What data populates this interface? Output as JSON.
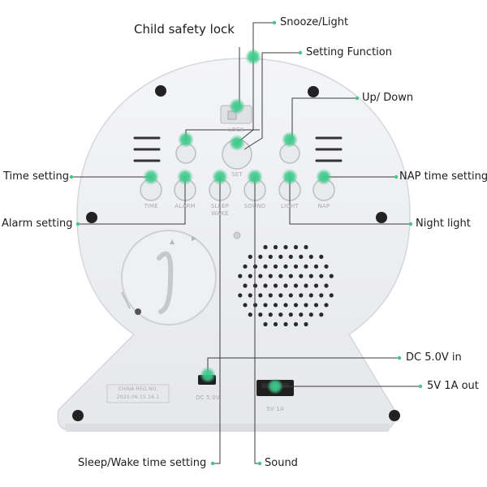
{
  "callouts": {
    "child_safety_lock": "Child safety lock",
    "snooze_light": "Snooze/Light",
    "setting_function": "Setting Function",
    "up_down": "Up/ Down",
    "time_setting": "Time setting",
    "nap_time_setting": "NAP time setting",
    "alarm_setting": "Alarm setting",
    "night_light": "Night light",
    "dc_in": "DC 5.0V in",
    "usb_out": "5V 1A out",
    "sleep_wake": "Sleep/Wake time setting",
    "sound": "Sound"
  },
  "device_text": {
    "lock": "LOCK",
    "set": "SET",
    "time": "TIME",
    "alarm": "ALARM",
    "sleep_wake_1": "SLEEP",
    "sleep_wake_2": "WAKE",
    "sound": "SOUND",
    "light": "LIGHT",
    "nap": "NAP",
    "dc_port": "DC 5.0V",
    "usb_port": "5V 1A",
    "made_in": "CHINA REG.NO.",
    "serial": "2020.06.15.16.1"
  },
  "colors": {
    "accent": "#3ec98a",
    "body": "#eeeff2",
    "line": "#3c3c3c"
  }
}
